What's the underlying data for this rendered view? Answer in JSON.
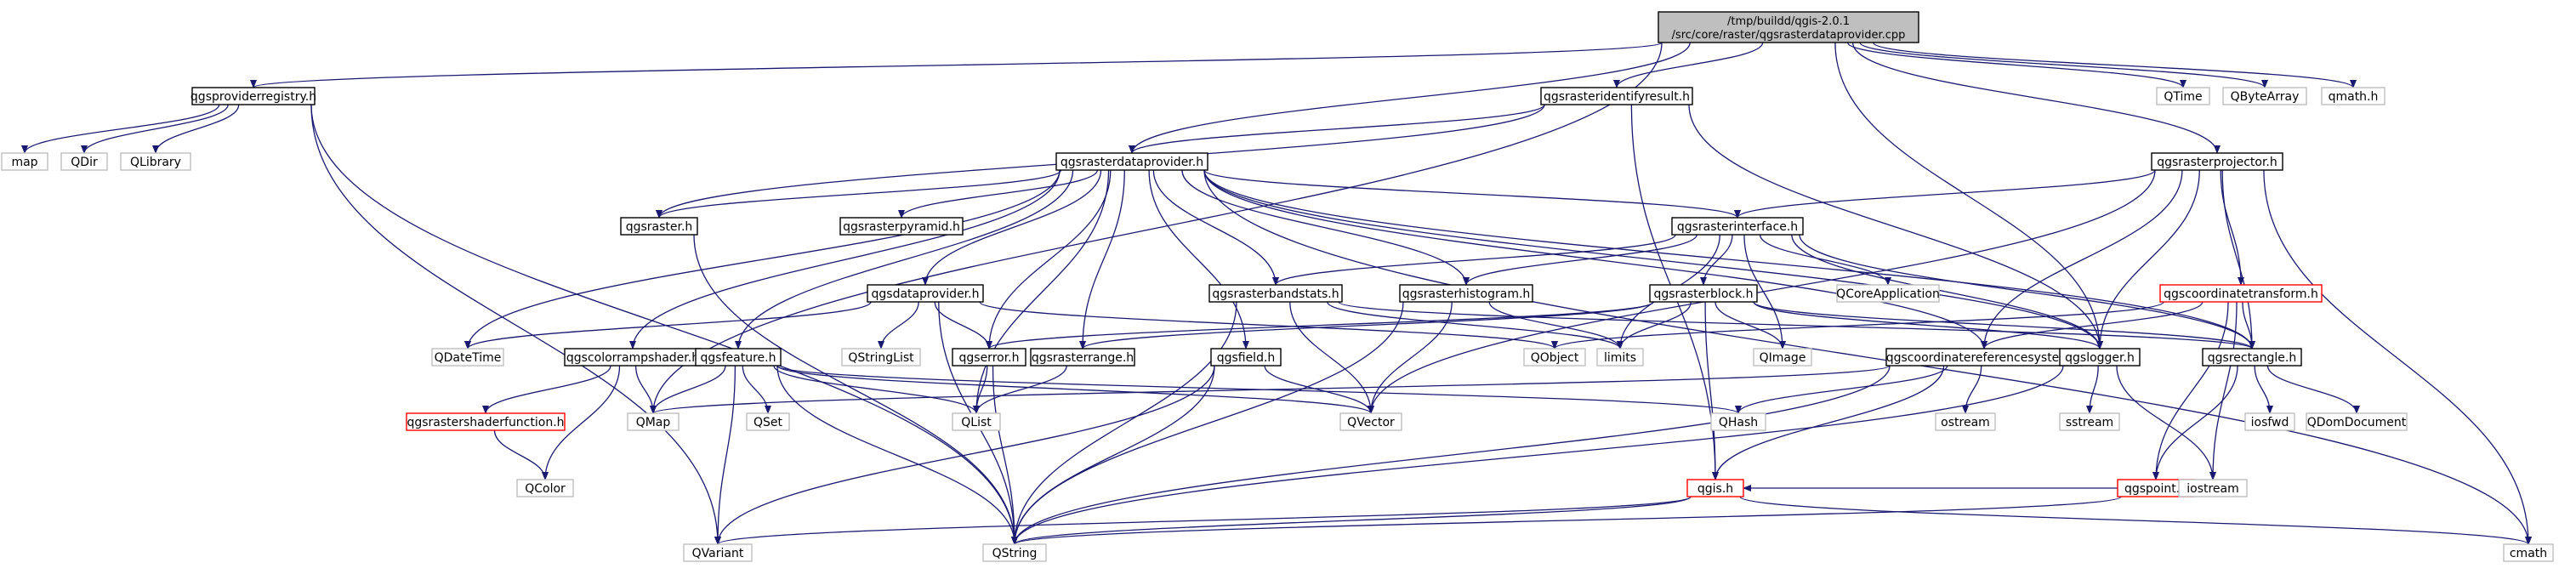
{
  "colors": {
    "edge": "#191970",
    "root_fill": "#bfbfbf",
    "root_border": "#000000",
    "internal_border": "#000000",
    "external_border": "#bfbfbf",
    "missing_border": "#ff0000",
    "external_text": "#000000"
  },
  "nodes": [
    {
      "id": "root",
      "lines": [
        "/tmp/buildd/qgis-2.0.1",
        "/src/core/raster/qgsrasterdataprovider.cpp"
      ],
      "kind": "root"
    },
    {
      "id": "qgsproviderregistry",
      "lines": [
        "qgsproviderregistry.h"
      ],
      "kind": "internal"
    },
    {
      "id": "qgsrasteridentifyresult",
      "lines": [
        "qgsrasteridentifyresult.h"
      ],
      "kind": "internal"
    },
    {
      "id": "QTime",
      "lines": [
        "QTime"
      ],
      "kind": "external"
    },
    {
      "id": "QByteArray",
      "lines": [
        "QByteArray"
      ],
      "kind": "external"
    },
    {
      "id": "qmath",
      "lines": [
        "qmath.h"
      ],
      "kind": "external"
    },
    {
      "id": "map",
      "lines": [
        "map"
      ],
      "kind": "external"
    },
    {
      "id": "QDir",
      "lines": [
        "QDir"
      ],
      "kind": "external"
    },
    {
      "id": "QLibrary",
      "lines": [
        "QLibrary"
      ],
      "kind": "external"
    },
    {
      "id": "qgsrasterdataprovider",
      "lines": [
        "qgsrasterdataprovider.h"
      ],
      "kind": "internal"
    },
    {
      "id": "qgsrasterprojector",
      "lines": [
        "qgsrasterprojector.h"
      ],
      "kind": "internal"
    },
    {
      "id": "qgsraster",
      "lines": [
        "qgsraster.h"
      ],
      "kind": "internal"
    },
    {
      "id": "qgsrasterpyramid",
      "lines": [
        "qgsrasterpyramid.h"
      ],
      "kind": "internal"
    },
    {
      "id": "qgsrasterinterface",
      "lines": [
        "qgsrasterinterface.h"
      ],
      "kind": "internal"
    },
    {
      "id": "qgsdataprovider",
      "lines": [
        "qgsdataprovider.h"
      ],
      "kind": "internal"
    },
    {
      "id": "qgsrasterbandstats",
      "lines": [
        "qgsrasterbandstats.h"
      ],
      "kind": "internal"
    },
    {
      "id": "qgsrasterhistogram",
      "lines": [
        "qgsrasterhistogram.h"
      ],
      "kind": "internal"
    },
    {
      "id": "qgsrasterblock",
      "lines": [
        "qgsrasterblock.h"
      ],
      "kind": "internal"
    },
    {
      "id": "QCoreApplication",
      "lines": [
        "QCoreApplication"
      ],
      "kind": "external"
    },
    {
      "id": "qgscoordinatetransform",
      "lines": [
        "qgscoordinatetransform.h"
      ],
      "kind": "missing"
    },
    {
      "id": "QDateTime",
      "lines": [
        "QDateTime"
      ],
      "kind": "external"
    },
    {
      "id": "qgscolorrampshader",
      "lines": [
        "qgscolorrampshader.h"
      ],
      "kind": "internal"
    },
    {
      "id": "qgsfeature",
      "lines": [
        "qgsfeature.h"
      ],
      "kind": "internal"
    },
    {
      "id": "QStringList",
      "lines": [
        "QStringList"
      ],
      "kind": "external"
    },
    {
      "id": "qgserror",
      "lines": [
        "qgserror.h"
      ],
      "kind": "internal"
    },
    {
      "id": "qgsrasterrange",
      "lines": [
        "qgsrasterrange.h"
      ],
      "kind": "internal"
    },
    {
      "id": "qgsfield",
      "lines": [
        "qgsfield.h"
      ],
      "kind": "internal"
    },
    {
      "id": "QObject",
      "lines": [
        "QObject"
      ],
      "kind": "external"
    },
    {
      "id": "limits",
      "lines": [
        "limits"
      ],
      "kind": "external"
    },
    {
      "id": "QImage",
      "lines": [
        "QImage"
      ],
      "kind": "external"
    },
    {
      "id": "qgscoordinatereferencesystem",
      "lines": [
        "qgscoordinatereferencesystem.h"
      ],
      "kind": "internal"
    },
    {
      "id": "qgslogger",
      "lines": [
        "qgslogger.h"
      ],
      "kind": "internal"
    },
    {
      "id": "qgsrectangle",
      "lines": [
        "qgsrectangle.h"
      ],
      "kind": "internal"
    },
    {
      "id": "qgsrastershaderfunction",
      "lines": [
        "qgsrastershaderfunction.h"
      ],
      "kind": "missing"
    },
    {
      "id": "QMap",
      "lines": [
        "QMap"
      ],
      "kind": "external"
    },
    {
      "id": "QSet",
      "lines": [
        "QSet"
      ],
      "kind": "external"
    },
    {
      "id": "QList",
      "lines": [
        "QList"
      ],
      "kind": "external"
    },
    {
      "id": "QVector",
      "lines": [
        "QVector"
      ],
      "kind": "external"
    },
    {
      "id": "QHash",
      "lines": [
        "QHash"
      ],
      "kind": "external"
    },
    {
      "id": "ostream",
      "lines": [
        "ostream"
      ],
      "kind": "external"
    },
    {
      "id": "sstream",
      "lines": [
        "sstream"
      ],
      "kind": "external"
    },
    {
      "id": "iosfwd",
      "lines": [
        "iosfwd"
      ],
      "kind": "external"
    },
    {
      "id": "QDomDocument",
      "lines": [
        "QDomDocument"
      ],
      "kind": "external"
    },
    {
      "id": "qgspoint",
      "lines": [
        "qgspoint.h"
      ],
      "kind": "missing"
    },
    {
      "id": "QColor",
      "lines": [
        "QColor"
      ],
      "kind": "external"
    },
    {
      "id": "qgis",
      "lines": [
        "qgis.h"
      ],
      "kind": "missing"
    },
    {
      "id": "iostream",
      "lines": [
        "iostream"
      ],
      "kind": "external"
    },
    {
      "id": "QVariant",
      "lines": [
        "QVariant"
      ],
      "kind": "external"
    },
    {
      "id": "QString",
      "lines": [
        "QString"
      ],
      "kind": "external"
    },
    {
      "id": "cmath",
      "lines": [
        "cmath"
      ],
      "kind": "external"
    }
  ],
  "edges": [
    [
      "root",
      "qgsproviderregistry"
    ],
    [
      "root",
      "qgsrasteridentifyresult"
    ],
    [
      "root",
      "QTime"
    ],
    [
      "root",
      "QByteArray"
    ],
    [
      "root",
      "qmath"
    ],
    [
      "root",
      "qgsrasterdataprovider"
    ],
    [
      "root",
      "qgsrasterprojector"
    ],
    [
      "root",
      "qgslogger"
    ],
    [
      "root",
      "QMap"
    ],
    [
      "qgsproviderregistry",
      "map"
    ],
    [
      "qgsproviderregistry",
      "QDir"
    ],
    [
      "qgsproviderregistry",
      "QLibrary"
    ],
    [
      "qgsproviderregistry",
      "QVariant"
    ],
    [
      "qgsproviderregistry",
      "QString"
    ],
    [
      "qgsrasteridentifyresult",
      "qgsrasterdataprovider"
    ],
    [
      "qgsrasteridentifyresult",
      "qgsraster"
    ],
    [
      "qgsrasteridentifyresult",
      "qgis"
    ],
    [
      "qgsrasteridentifyresult",
      "qgslogger"
    ],
    [
      "qgsrasterdataprovider",
      "qgsraster"
    ],
    [
      "qgsrasterdataprovider",
      "qgsrasterpyramid"
    ],
    [
      "qgsrasterdataprovider",
      "qgsrasterinterface"
    ],
    [
      "qgsrasterdataprovider",
      "qgsdataprovider"
    ],
    [
      "qgsrasterdataprovider",
      "qgsrasterbandstats"
    ],
    [
      "qgsrasterdataprovider",
      "qgsrasterhistogram"
    ],
    [
      "qgsrasterdataprovider",
      "QDateTime"
    ],
    [
      "qgsrasterdataprovider",
      "qgscolorrampshader"
    ],
    [
      "qgsrasterdataprovider",
      "qgsfeature"
    ],
    [
      "qgsrasterdataprovider",
      "qgserror"
    ],
    [
      "qgsrasterdataprovider",
      "qgsrasterrange"
    ],
    [
      "qgsrasterdataprovider",
      "qgsfield"
    ],
    [
      "qgsrasterdataprovider",
      "qgscoordinatereferencesystem"
    ],
    [
      "qgsrasterdataprovider",
      "qgslogger"
    ],
    [
      "qgsrasterdataprovider",
      "qgsrectangle"
    ],
    [
      "qgsrasterdataprovider",
      "QList"
    ],
    [
      "qgsrasterdataprovider",
      "cmath"
    ],
    [
      "qgsrasterprojector",
      "qgsrasterinterface"
    ],
    [
      "qgsrasterprojector",
      "qgscoordinatetransform"
    ],
    [
      "qgsrasterprojector",
      "qgscoordinatereferencesystem"
    ],
    [
      "qgsrasterprojector",
      "qgsrectangle"
    ],
    [
      "qgsrasterprojector",
      "QVector"
    ],
    [
      "qgsrasterprojector",
      "cmath"
    ],
    [
      "qgsrasterprojector",
      "qgslogger"
    ],
    [
      "qgsraster",
      "QString"
    ],
    [
      "qgsrasterinterface",
      "qgsrasterbandstats"
    ],
    [
      "qgsrasterinterface",
      "qgsrasterhistogram"
    ],
    [
      "qgsrasterinterface",
      "qgsrasterblock"
    ],
    [
      "qgsrasterinterface",
      "QCoreApplication"
    ],
    [
      "qgsrasterinterface",
      "QImage"
    ],
    [
      "qgsrasterinterface",
      "limits"
    ],
    [
      "qgsrasterinterface",
      "qgslogger"
    ],
    [
      "qgsrasterinterface",
      "qgsrectangle"
    ],
    [
      "qgsdataprovider",
      "QDateTime"
    ],
    [
      "qgsdataprovider",
      "QStringList"
    ],
    [
      "qgsdataprovider",
      "qgserror"
    ],
    [
      "qgsdataprovider",
      "QObject"
    ],
    [
      "qgsdataprovider",
      "QString"
    ],
    [
      "qgsrasterbandstats",
      "QString"
    ],
    [
      "qgsrasterbandstats",
      "QVector"
    ],
    [
      "qgsrasterbandstats",
      "limits"
    ],
    [
      "qgsrasterbandstats",
      "qgsrectangle"
    ],
    [
      "qgsrasterhistogram",
      "QString"
    ],
    [
      "qgsrasterhistogram",
      "QVector"
    ],
    [
      "qgsrasterhistogram",
      "limits"
    ],
    [
      "qgsrasterblock",
      "qgserror"
    ],
    [
      "qgsrasterblock",
      "qgsrasterrange"
    ],
    [
      "qgsrasterblock",
      "limits"
    ],
    [
      "qgsrasterblock",
      "QImage"
    ],
    [
      "qgsrasterblock",
      "qgis"
    ],
    [
      "qgsrasterblock",
      "qgslogger"
    ],
    [
      "qgsrasterblock",
      "qgsrectangle"
    ],
    [
      "qgscoordinatetransform",
      "qgspoint"
    ],
    [
      "qgscoordinatetransform",
      "qgsrectangle"
    ],
    [
      "qgscoordinatetransform",
      "qgscoordinatereferencesystem"
    ],
    [
      "qgscoordinatetransform",
      "QObject"
    ],
    [
      "qgscoordinatetransform",
      "iostream"
    ],
    [
      "qgscolorrampshader",
      "qgsrastershaderfunction"
    ],
    [
      "qgscolorrampshader",
      "QMap"
    ],
    [
      "qgscolorrampshader",
      "QColor"
    ],
    [
      "qgsfeature",
      "QMap"
    ],
    [
      "qgsfeature",
      "QSet"
    ],
    [
      "qgsfeature",
      "QList"
    ],
    [
      "qgsfeature",
      "QVector"
    ],
    [
      "qgsfeature",
      "QHash"
    ],
    [
      "qgsfeature",
      "QVariant"
    ],
    [
      "qgsfeature",
      "QString"
    ],
    [
      "qgserror",
      "QList"
    ],
    [
      "qgserror",
      "QString"
    ],
    [
      "qgsrasterrange",
      "QList"
    ],
    [
      "qgsfield",
      "QVector"
    ],
    [
      "qgsfield",
      "QString"
    ],
    [
      "qgsfield",
      "QVariant"
    ],
    [
      "qgscoordinatereferencesystem",
      "QMap"
    ],
    [
      "qgscoordinatereferencesystem",
      "QHash"
    ],
    [
      "qgscoordinatereferencesystem",
      "ostream"
    ],
    [
      "qgscoordinatereferencesystem",
      "qgis"
    ],
    [
      "qgscoordinatereferencesystem",
      "QString"
    ],
    [
      "qgslogger",
      "sstream"
    ],
    [
      "qgslogger",
      "iostream"
    ],
    [
      "qgslogger",
      "QString"
    ],
    [
      "qgsrectangle",
      "iosfwd"
    ],
    [
      "qgsrectangle",
      "QDomDocument"
    ],
    [
      "qgsrectangle",
      "qgspoint"
    ],
    [
      "qgspoint",
      "qgis"
    ],
    [
      "qgspoint",
      "iostream"
    ],
    [
      "qgspoint",
      "QString"
    ],
    [
      "qgsrastershaderfunction",
      "QColor"
    ],
    [
      "qgis",
      "QVariant"
    ],
    [
      "qgis",
      "QString"
    ],
    [
      "qgis",
      "cmath"
    ]
  ]
}
